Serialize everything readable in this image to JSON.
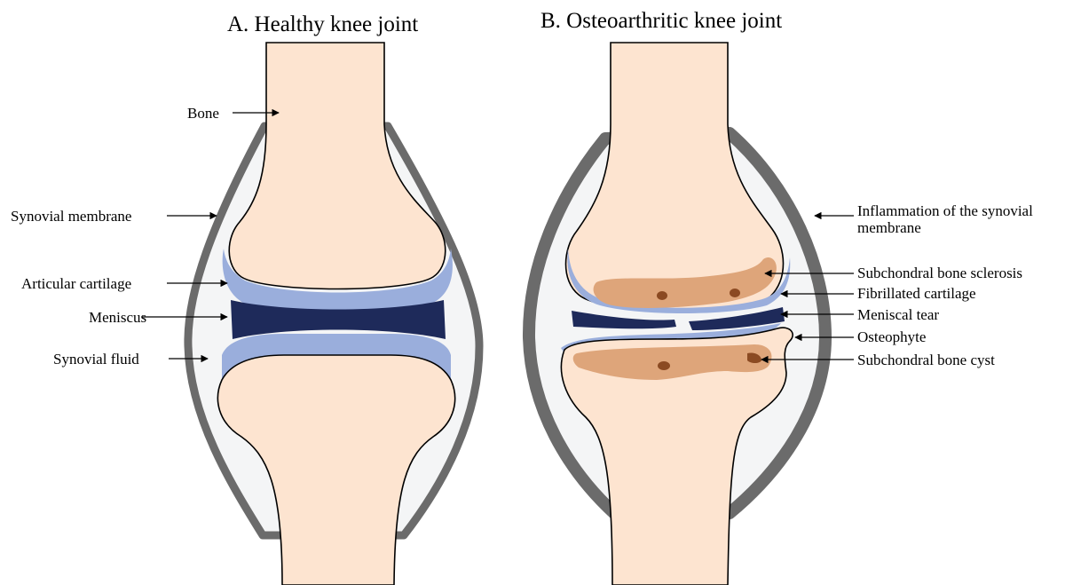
{
  "panels": {
    "healthy": {
      "title": "A. Healthy knee joint",
      "labels": {
        "bone": "Bone",
        "synovial_membrane": "Synovial membrane",
        "articular_cartilage": "Articular cartilage",
        "meniscus": "Meniscus",
        "synovial_fluid": "Synovial fluid"
      }
    },
    "osteoarthritic": {
      "title": "B. Osteoarthritic knee joint",
      "labels": {
        "inflammation_line1": "Inflammation of the synovial",
        "inflammation_line2": "membrane",
        "subchondral_sclerosis": "Subchondral bone sclerosis",
        "fibrillated_cartilage": "Fibrillated cartilage",
        "meniscal_tear": "Meniscal tear",
        "osteophyte": "Osteophyte",
        "subchondral_cyst": "Subchondral bone cyst"
      }
    }
  },
  "colors": {
    "bone": "#fde4d0",
    "cartilage": "#9aaedc",
    "meniscus": "#1e2a5a",
    "membrane": "#6b6b6b",
    "synovial_fluid": "#f4f5f6",
    "sclerosis": "#dea57a",
    "cyst": "#8b4a22"
  }
}
